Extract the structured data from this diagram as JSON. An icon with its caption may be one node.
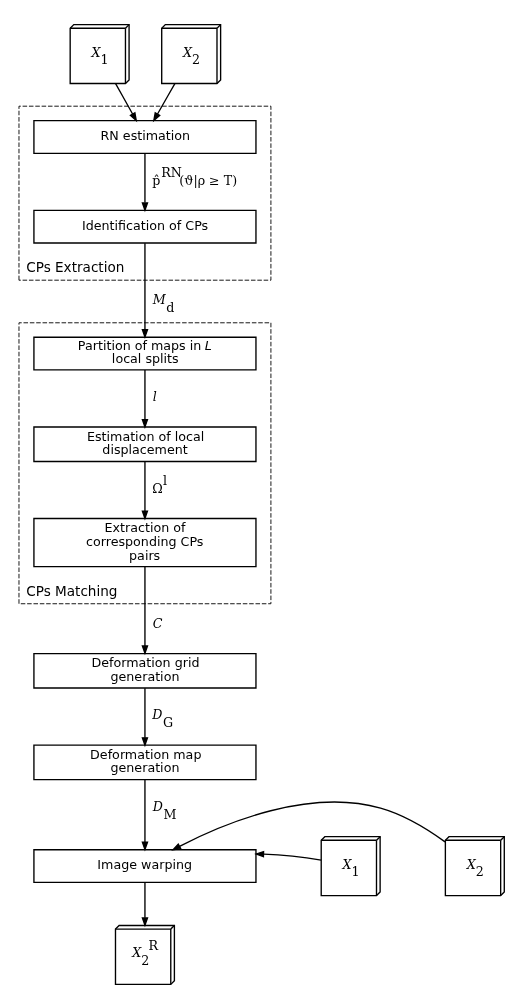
{
  "diagram": {
    "nodes": [
      {
        "text": [
          "*X*$_{1}$"
        ]
      },
      {
        "text": [
          "*X*$_{2}$"
        ]
      },
      {
        "text": [
          "CPs Extraction"
        ]
      },
      {
        "text": [
          "RN estimation"
        ],
        "in": 2
      },
      {
        "text": [
          "Identification of CPs"
        ],
        "in": 2
      },
      {
        "text": [
          "CPs Matching"
        ]
      },
      {
        "text": [
          "Partition of maps in *L* local splits"
        ],
        "in": 5
      },
      {
        "text": [
          "Estimation of local displacement"
        ],
        "in": 5
      },
      {
        "text": [
          "Extraction of corresponding CPs pairs"
        ],
        "in": 5
      },
      {
        "text": [
          "Deformation grid generation"
        ]
      },
      {
        "text": [
          "Deformation map generation"
        ]
      },
      {
        "text": [
          "Image warping"
        ]
      },
      {
        "text": [
          "*X*$_{1}$"
        ]
      },
      {
        "text": [
          "*X*$_{2}$"
        ]
      },
      {
        "text": [
          "*X*$_{2}$$^{R}$"
        ]
      }
    ],
    "edges": [
      {
        "from": 0,
        "to": 3,
        "arrow": "to"
      },
      {
        "from": 1,
        "to": 3,
        "arrow": "to"
      },
      {
        "from": 3,
        "to": 4,
        "arrow": "to",
        "label": "p̂$^{RN}$(ϑ|ρ ≥ T)"
      },
      {
        "from": 4,
        "to": 6,
        "arrow": "to",
        "label": "*M*$_{d}$"
      },
      {
        "from": 6,
        "to": 7,
        "arrow": "to",
        "label": "*l*"
      },
      {
        "from": 7,
        "to": 8,
        "arrow": "to",
        "label": "Ω$^{l}$"
      },
      {
        "from": 8,
        "to": 9,
        "arrow": "to",
        "label": "*C*"
      },
      {
        "from": 9,
        "to": 10,
        "arrow": "to",
        "label": "*D*$_{G}$"
      },
      {
        "from": 10,
        "to": 11,
        "arrow": "to",
        "label": "*D*$_{M}$"
      },
      {
        "from": 12,
        "to": 11,
        "arrow": "to"
      },
      {
        "from": 13,
        "to": 11,
        "arrow": "to"
      },
      {
        "from": 11,
        "to": 14,
        "arrow": "to"
      }
    ]
  }
}
